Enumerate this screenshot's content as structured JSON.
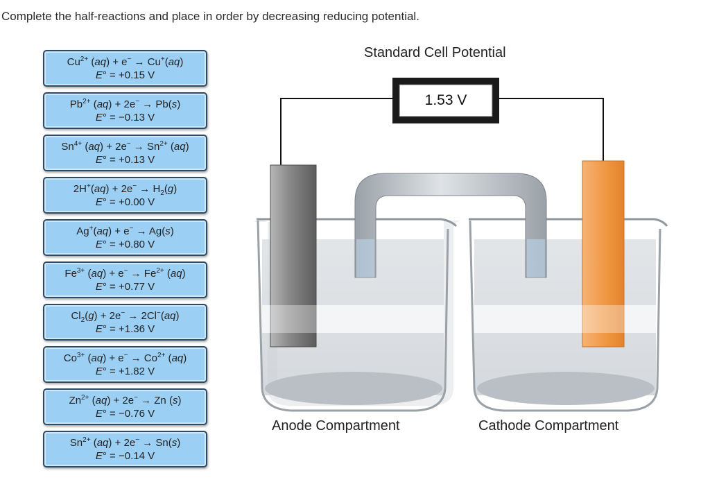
{
  "instructions": "Complete the half-reactions and place in order by decreasing reducing potential.",
  "apparatus": {
    "title": "Standard Cell Potential",
    "voltmeter_reading": "1.53 V",
    "anode_label": "Anode Compartment",
    "cathode_label": "Cathode Compartment",
    "anode_color": "#8c8c8c",
    "cathode_color": "#f29a4a"
  },
  "tiles": [
    {
      "id": "cu",
      "eq_html": "Cu<sup>2+</sup> (<i>aq</i>) + e<sup>−</sup> → Cu<sup>+</sup>(<i>aq</i>)",
      "potential_html": "<i>E</i>° = +0.15 V"
    },
    {
      "id": "pb",
      "eq_html": "Pb<sup>2+</sup> (<i>aq</i>) + 2e<sup>−</sup> → Pb(<i>s</i>)",
      "potential_html": "<i>E</i>° = −0.13 V"
    },
    {
      "id": "sn4",
      "eq_html": "Sn<sup>4+</sup> (<i>aq</i>) + 2e<sup>−</sup> → Sn<sup>2+</sup> (<i>aq</i>)",
      "potential_html": "<i>E</i>° = +0.13 V"
    },
    {
      "id": "h2",
      "eq_html": "2H<sup>+</sup>(<i>aq</i>) + 2e<sup>−</sup> → H<sub>2</sub>(<i>g</i>)",
      "potential_html": "<i>E</i>° = +0.00 V"
    },
    {
      "id": "ag",
      "eq_html": "Ag<sup>+</sup>(<i>aq</i>) + e<sup>−</sup> → Ag(<i>s</i>)",
      "potential_html": "<i>E</i>° = +0.80 V"
    },
    {
      "id": "fe",
      "eq_html": "Fe<sup>3+</sup> (<i>aq</i>) + e<sup>−</sup> → Fe<sup>2+</sup> (<i>aq</i>)",
      "potential_html": "<i>E</i>° = +0.77 V"
    },
    {
      "id": "cl",
      "eq_html": "Cl<sub>2</sub>(<i>g</i>) + 2e<sup>−</sup> → 2Cl<sup>−</sup>(<i>aq</i>)",
      "potential_html": "<i>E</i>° = +1.36 V"
    },
    {
      "id": "co",
      "eq_html": "Co<sup>3+</sup> (<i>aq</i>) + e<sup>−</sup> → Co<sup>2+</sup> (<i>aq</i>)",
      "potential_html": "<i>E</i>° = +1.82 V"
    },
    {
      "id": "zn",
      "eq_html": "Zn<sup>2+</sup> (<i>aq</i>) + 2e<sup>−</sup> → Zn (<i>s</i>)",
      "potential_html": "<i>E</i>° = −0.76 V"
    },
    {
      "id": "sn2",
      "eq_html": "Sn<sup>2+</sup> (<i>aq</i>) + 2e<sup>−</sup> → Sn(<i>s</i>)",
      "potential_html": "<i>E</i>° = −0.14 V"
    }
  ]
}
